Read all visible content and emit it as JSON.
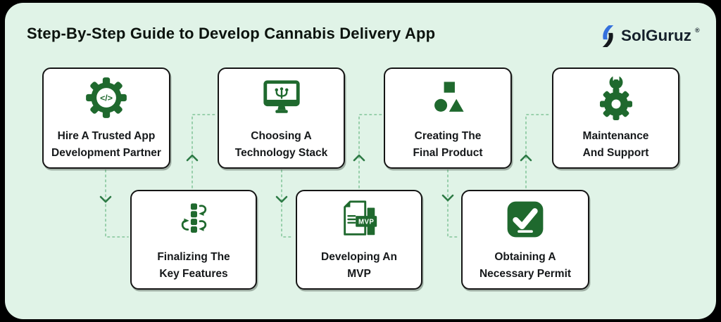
{
  "header": {
    "title": "Step-By-Step Guide to Develop Cannabis Delivery App",
    "brand": {
      "name": "SolGuruz",
      "registered": "®"
    }
  },
  "steps": [
    {
      "title": "Hire A Trusted App\nDevelopment Partner",
      "icon": "gear-code-icon"
    },
    {
      "title": "Finalizing The\nKey Features",
      "icon": "priority-list-icon"
    },
    {
      "title": "Choosing A\nTechnology Stack",
      "icon": "tech-stack-monitor-icon"
    },
    {
      "title": "Developing An\nMVP",
      "icon": "mvp-file-icon"
    },
    {
      "title": "Creating The\nFinal Product",
      "icon": "shapes-icon"
    },
    {
      "title": "Obtaining A\nNecessary Permit",
      "icon": "check-icon"
    },
    {
      "title": "Maintenance\nAnd Support",
      "icon": "wrench-gear-icon"
    }
  ],
  "glyphs": {
    "code": "</>",
    "mvp_badge": "MVP"
  },
  "colors": {
    "frame": "#000000",
    "panel_background": "#e0f3e7",
    "card_background": "#ffffff",
    "card_border": "#151515",
    "icon_green": "#1f692e",
    "connector_dash": "#8fcba4",
    "connector_arrow": "#2d7a45",
    "brand_blue": "#3470dd",
    "text": "#15181a"
  }
}
